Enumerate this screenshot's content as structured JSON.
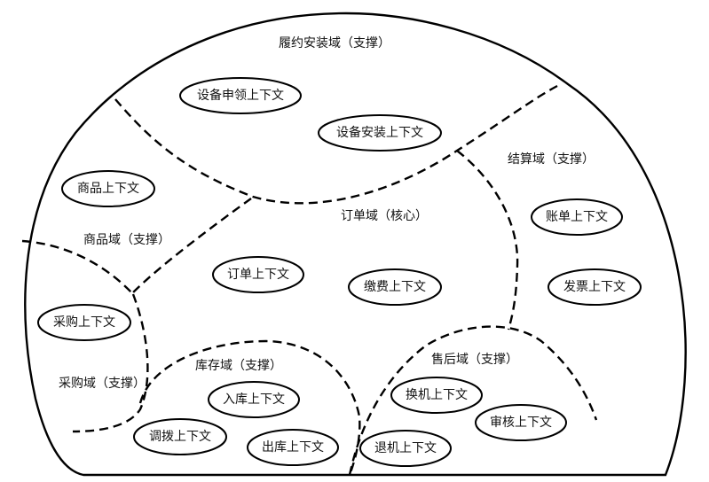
{
  "domains": [
    {
      "id": "fulfillment",
      "label": "履约安装域（支撑）"
    },
    {
      "id": "settlement",
      "label": "结算域（支撑）"
    },
    {
      "id": "order",
      "label": "订单域（核心）"
    },
    {
      "id": "product",
      "label": "商品域（支撑）"
    },
    {
      "id": "purchase",
      "label": "采购域（支撑）"
    },
    {
      "id": "inventory",
      "label": "库存域（支撑）"
    },
    {
      "id": "after_sales",
      "label": "售后域（支撑）"
    }
  ],
  "contexts": [
    {
      "id": "device_claim",
      "label": "设备申领上下文"
    },
    {
      "id": "device_install",
      "label": "设备安装上下文"
    },
    {
      "id": "product",
      "label": "商品上下文"
    },
    {
      "id": "bill",
      "label": "账单上下文"
    },
    {
      "id": "invoice",
      "label": "发票上下文"
    },
    {
      "id": "order",
      "label": "订单上下文"
    },
    {
      "id": "payment",
      "label": "缴费上下文"
    },
    {
      "id": "purchase",
      "label": "采购上下文"
    },
    {
      "id": "stock_in",
      "label": "入库上下文"
    },
    {
      "id": "transfer",
      "label": "调拨上下文"
    },
    {
      "id": "stock_out",
      "label": "出库上下文"
    },
    {
      "id": "exchange",
      "label": "换机上下文"
    },
    {
      "id": "review",
      "label": "审核上下文"
    },
    {
      "id": "return",
      "label": "退机上下文"
    }
  ]
}
